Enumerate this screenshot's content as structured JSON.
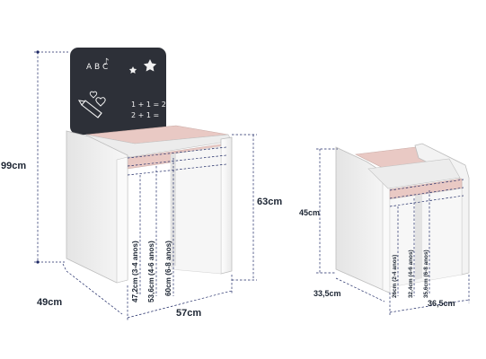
{
  "colors": {
    "dimension_line": "#1f2a66",
    "chalkboard": "#2d3038",
    "furniture_white": "#f1f1f1",
    "furniture_edge": "#bdbdbd",
    "pink_interior": "#e9c9c4",
    "label_text": "#1c2533"
  },
  "desk_large": {
    "height_total": "99cm",
    "depth": "49cm",
    "width": "57cm",
    "desk_height": "63cm",
    "seat_heights": [
      "47,2cm (3-4 anos)",
      "53,6cm (4-6 anos)",
      "60cm (6-8 anos)"
    ],
    "chalkboard": {
      "letters": "A B C",
      "note": "♪",
      "eq1": "1 + 1 = 2",
      "eq2": "2 + 1 ="
    }
  },
  "desk_small": {
    "height": "45cm",
    "depth": "33,5cm",
    "width": "36,5cm",
    "seat_heights": [
      "26cm (2-4 anos)",
      "32,4cm (4-6 anos)",
      "35,6cm (6-8 anos)"
    ]
  }
}
